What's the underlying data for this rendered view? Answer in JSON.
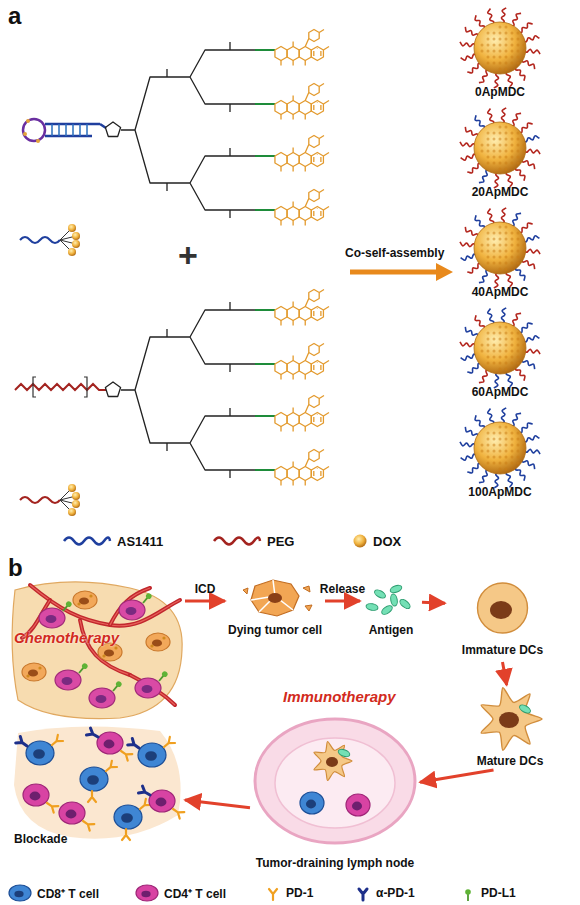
{
  "diagram": {
    "nodes": [
      {
        "text": [
          "0ApMDC"
        ]
      },
      {
        "text": [
          "20ApMDC"
        ]
      },
      {
        "text": [
          "40ApMDC"
        ]
      },
      {
        "text": [
          "60ApMDC"
        ]
      },
      {
        "text": [
          "100ApMDC"
        ]
      },
      {
        "text": [
          "Chemotherapy"
        ]
      },
      {
        "text": [
          "Dying tumor cell"
        ]
      },
      {
        "text": [
          "Antigen"
        ]
      },
      {
        "text": [
          "Immature DCs"
        ]
      },
      {
        "text": [
          "Mature DCs"
        ]
      },
      {
        "text": [
          "Tumor-draining lymph node"
        ]
      },
      {
        "text": [
          "Blockade"
        ]
      }
    ],
    "edges": [
      {
        "from": 5,
        "to": 6,
        "arrow": "to",
        "label": "ICD"
      },
      {
        "from": 6,
        "to": 7,
        "arrow": "to",
        "label": "Release"
      },
      {
        "from": 7,
        "to": 8,
        "arrow": "to"
      },
      {
        "from": 8,
        "to": 9,
        "arrow": "to"
      },
      {
        "from": 9,
        "to": 10,
        "arrow": "to"
      },
      {
        "from": 10,
        "to": 11,
        "arrow": "to"
      }
    ],
    "labels": [
      "a",
      "+",
      "Co-self-assembly",
      "b",
      "Immunotherapy"
    ],
    "legend": [
      {
        "text": "AS1411"
      },
      {
        "text": "PEG"
      },
      {
        "text": "DOX"
      },
      {
        "text": "CD8⁺ T cell"
      },
      {
        "text": "CD4⁺ T cell"
      },
      {
        "text": "PD-1"
      },
      {
        "text": "α-PD-1"
      },
      {
        "text": "PD-L1"
      }
    ]
  }
}
